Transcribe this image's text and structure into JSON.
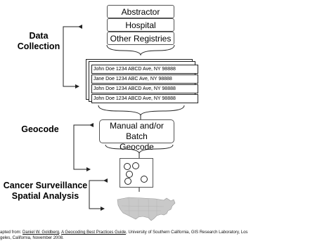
{
  "sources": [
    "Abstractor",
    "Hospital",
    "Other Registries"
  ],
  "sections": {
    "data_collection": [
      "Data",
      "Collection"
    ],
    "geocode": "Geocode",
    "analysis": [
      "Cancer Surveillance",
      "Spatial Analysis"
    ]
  },
  "records": [
    "John Doe  1234 ABCD Ave, NY 98888",
    "Jane Doe  1234 ABC Ave, NY 98888",
    "John Doe  1234 ABCD Ave, NY 98888",
    "John Doe  1234 ABCD Ave, NY 98888"
  ],
  "geocode_box": [
    "Manual and/or Batch",
    "Geocode"
  ],
  "footer": {
    "prefix": "apted from: ",
    "author": "Daniel W. Goldberg",
    "sep": ", ",
    "title": "A Geocoding Best Practices Guide",
    "rest1": ", University of Southern California, GIS Research Laboratory, Los",
    "rest2": "geles, California, November 2008."
  }
}
